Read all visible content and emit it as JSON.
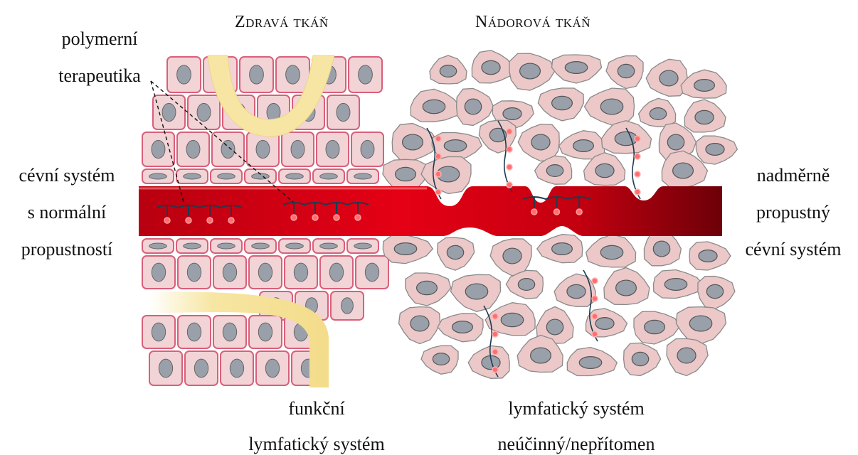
{
  "headers": {
    "healthy": "Zdravá tkáň",
    "tumor": "Nádorová tkáň"
  },
  "labels": {
    "polymer_line1": "polymerní",
    "polymer_line2": "terapeutika",
    "normal_vessel_line1": "cévní systém",
    "normal_vessel_line2": "s normální",
    "normal_vessel_line3": "propustností",
    "leaky_vessel_line1": "nadměrně",
    "leaky_vessel_line2": "propustný",
    "leaky_vessel_line3": "cévní systém",
    "functional_lymph_line1": "funkční",
    "functional_lymph_line2": "lymfatický systém",
    "absent_lymph_line1": "lymfatický systém",
    "absent_lymph_line2": "neúčinný/nepřítomen"
  },
  "colors": {
    "cell_fill": "#f2d3d6",
    "cell_border": "#d8607a",
    "nucleus": "#9aa0aa",
    "tumor_cell": "#ecc8c8",
    "vessel_dark": "#b30000",
    "vessel_light": "#e8001a",
    "lymph": "#f7e7a3",
    "drug_dot": "#ff6f6f",
    "polymer_chain": "#1c3b4f"
  }
}
